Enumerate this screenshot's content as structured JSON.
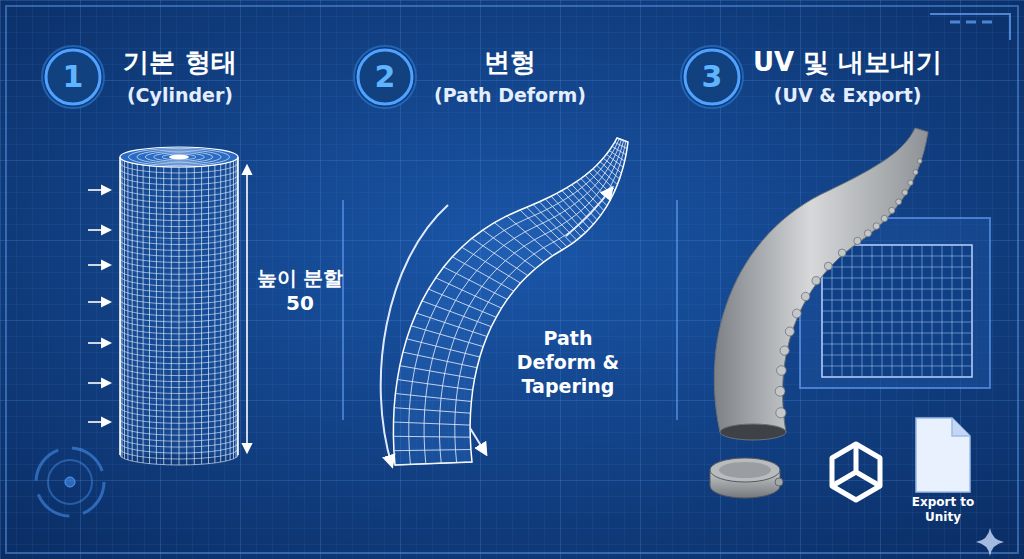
{
  "diagram": {
    "nodes": [
      {
        "text": [
          "1",
          "기본 형태",
          "(Cylinder)"
        ]
      },
      {
        "text": [
          "2",
          "변형",
          "(Path Deform)"
        ]
      },
      {
        "text": [
          "3",
          "UV 및 내보내기",
          "(UV & Export)"
        ]
      }
    ],
    "labels": [
      "높이 분할 50",
      "Path Deform & Tapering",
      "Export to Unity"
    ]
  }
}
